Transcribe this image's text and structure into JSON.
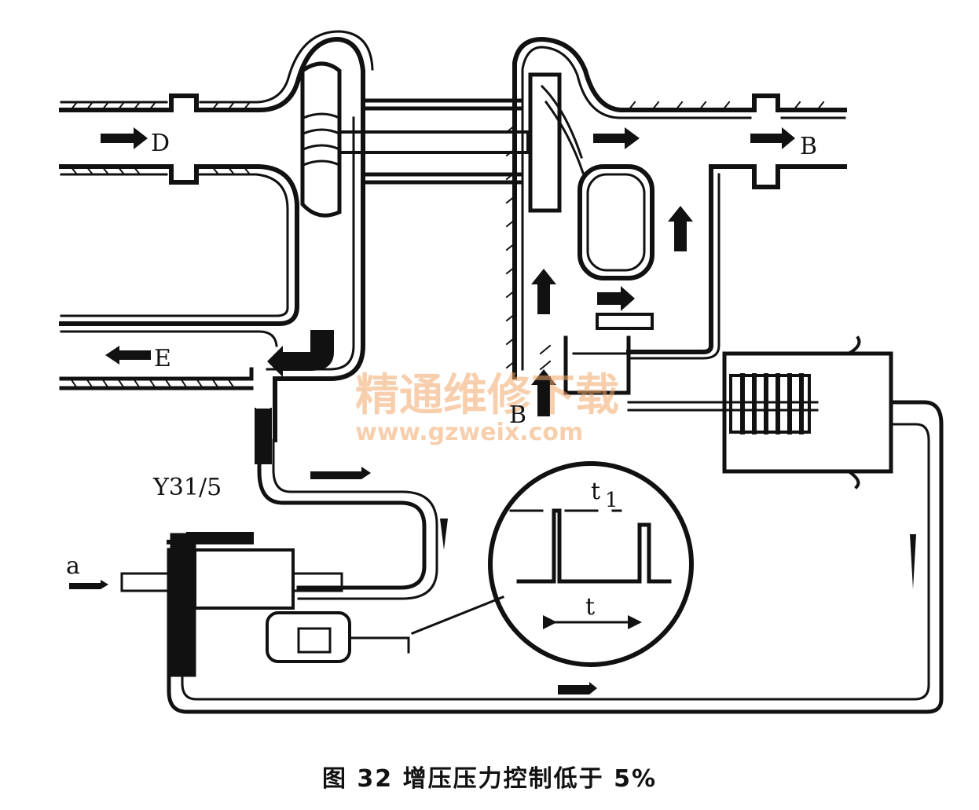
{
  "labels": {
    "D": "D",
    "B_outlet": "B",
    "E": "E",
    "B_bypass": "B",
    "a": "a",
    "valve": "Y31/5",
    "t1": "t",
    "t1_sub": "1",
    "t": "t"
  },
  "watermark": {
    "cn": "精通维修下载",
    "url": "www.gzweix.com"
  },
  "caption": "图 32   增压压力控制低于 5%",
  "colors": {
    "ink": "#111111",
    "watermark": "#f2a86a"
  }
}
